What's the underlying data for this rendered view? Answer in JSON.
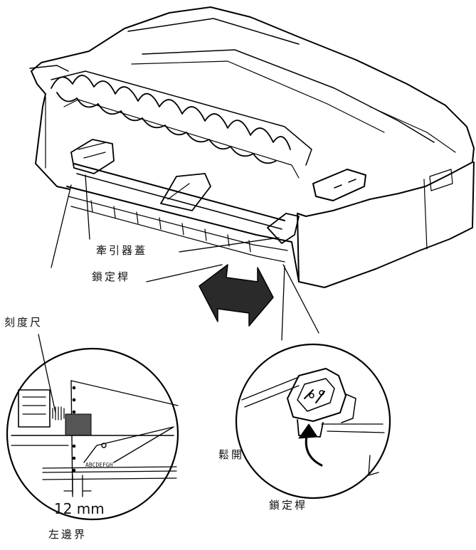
{
  "labels": {
    "tractor_cover": "牽引器蓋",
    "lock_lever_top": "鎖定桿",
    "scale": "刻度尺",
    "release": "鬆開",
    "lock_lever_bottom": "鎖定桿",
    "left_margin": "左邊界",
    "measurement": "12 mm",
    "ruler_text": "ABCDEFGH"
  }
}
